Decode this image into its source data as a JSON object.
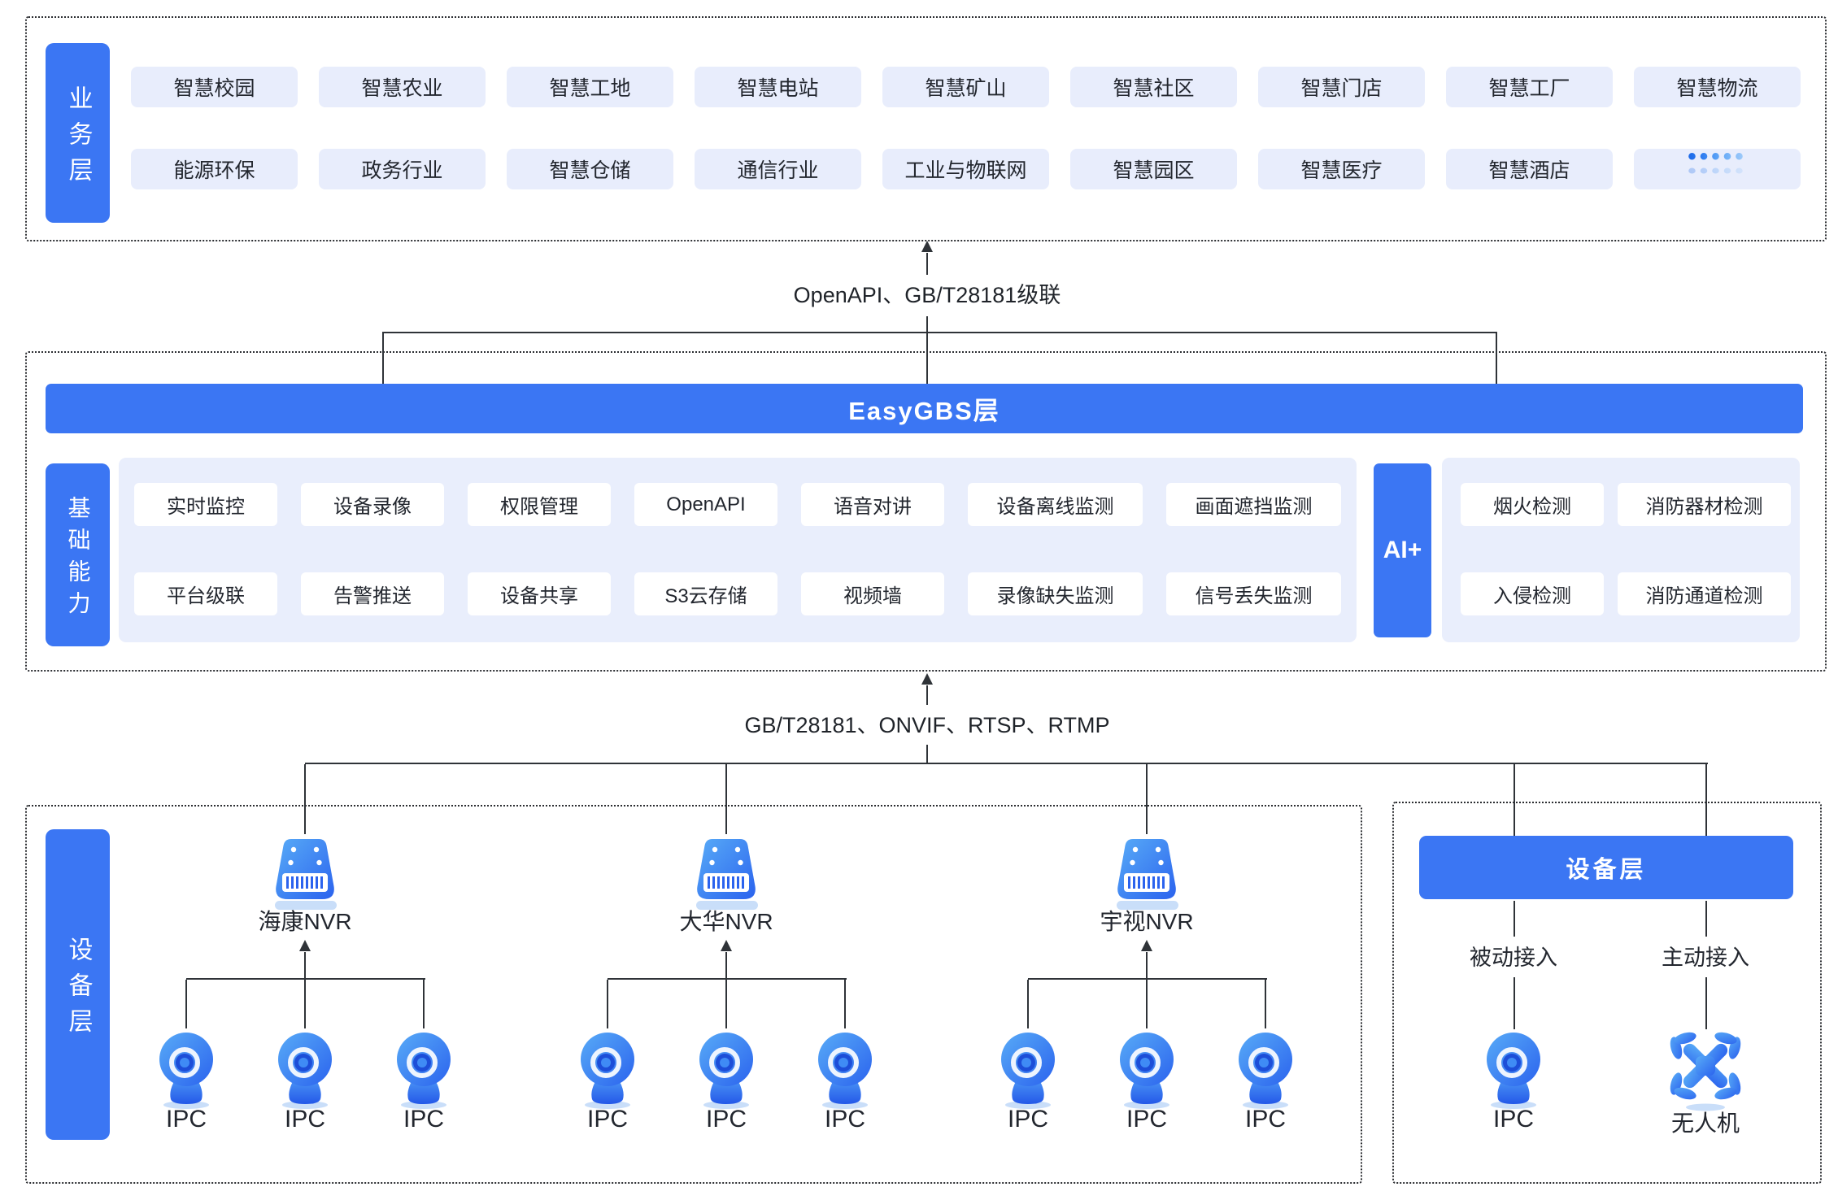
{
  "colors": {
    "accent": "#3B76F3",
    "chip_bg": "#E8EDFC",
    "panel_bg": "#E9EEFC",
    "line": "#2F3338",
    "text": "#22262E"
  },
  "business": {
    "side_label": "业务层",
    "row1": [
      "智慧校园",
      "智慧农业",
      "智慧工地",
      "智慧电站",
      "智慧矿山",
      "智慧社区",
      "智慧门店",
      "智慧工厂",
      "智慧物流"
    ],
    "row2": [
      "能源环保",
      "政务行业",
      "智慧仓储",
      "通信行业",
      "工业与物联网",
      "智慧园区",
      "智慧医疗",
      "智慧酒店"
    ],
    "more": "•••••"
  },
  "links": {
    "top": "OpenAPI、GB/T28181级联",
    "bottom": "GB/T28181、ONVIF、RTSP、RTMP"
  },
  "platform": {
    "title": "EasyGBS层",
    "side_label": "基础能力",
    "row1": [
      "实时监控",
      "设备录像",
      "权限管理",
      "OpenAPI",
      "语音对讲",
      "设备离线监测",
      "画面遮挡监测"
    ],
    "row2": [
      "平台级联",
      "告警推送",
      "设备共享",
      "S3云存储",
      "视频墙",
      "录像缺失监测",
      "信号丢失监测"
    ],
    "ai_label": "AI+",
    "ai_row1": [
      "烟火检测",
      "消防器材检测"
    ],
    "ai_row2": [
      "入侵检测",
      "消防通道检测"
    ]
  },
  "devices": {
    "side_label": "设备层",
    "groups": [
      {
        "nvr": "海康NVR",
        "ipc": [
          "IPC",
          "IPC",
          "IPC"
        ]
      },
      {
        "nvr": "大华NVR",
        "ipc": [
          "IPC",
          "IPC",
          "IPC"
        ]
      },
      {
        "nvr": "宇视NVR",
        "ipc": [
          "IPC",
          "IPC",
          "IPC"
        ]
      }
    ],
    "right": {
      "title": "设备层",
      "passive": "被动接入",
      "active": "主动接入",
      "ipc_label": "IPC",
      "drone_label": "无人机"
    }
  }
}
